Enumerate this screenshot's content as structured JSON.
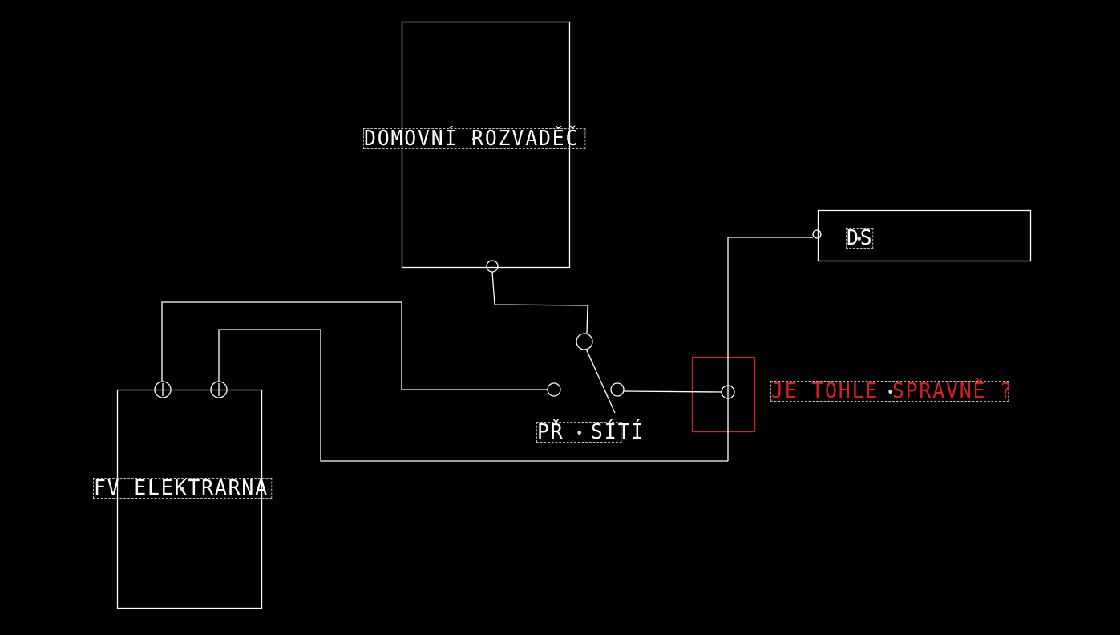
{
  "labels": {
    "distribution_board": "DOMOVNÍ ROZVADĚČ",
    "pv_plant": "FV ELEKTRARNA",
    "ds": "DS",
    "grid_switch": "PŘ  SÍTÍ",
    "question": "JE TOHLE SPRAVNĚ ?"
  },
  "colors": {
    "line": "#ffffff",
    "highlight": "#d42020",
    "background": "#000000"
  }
}
